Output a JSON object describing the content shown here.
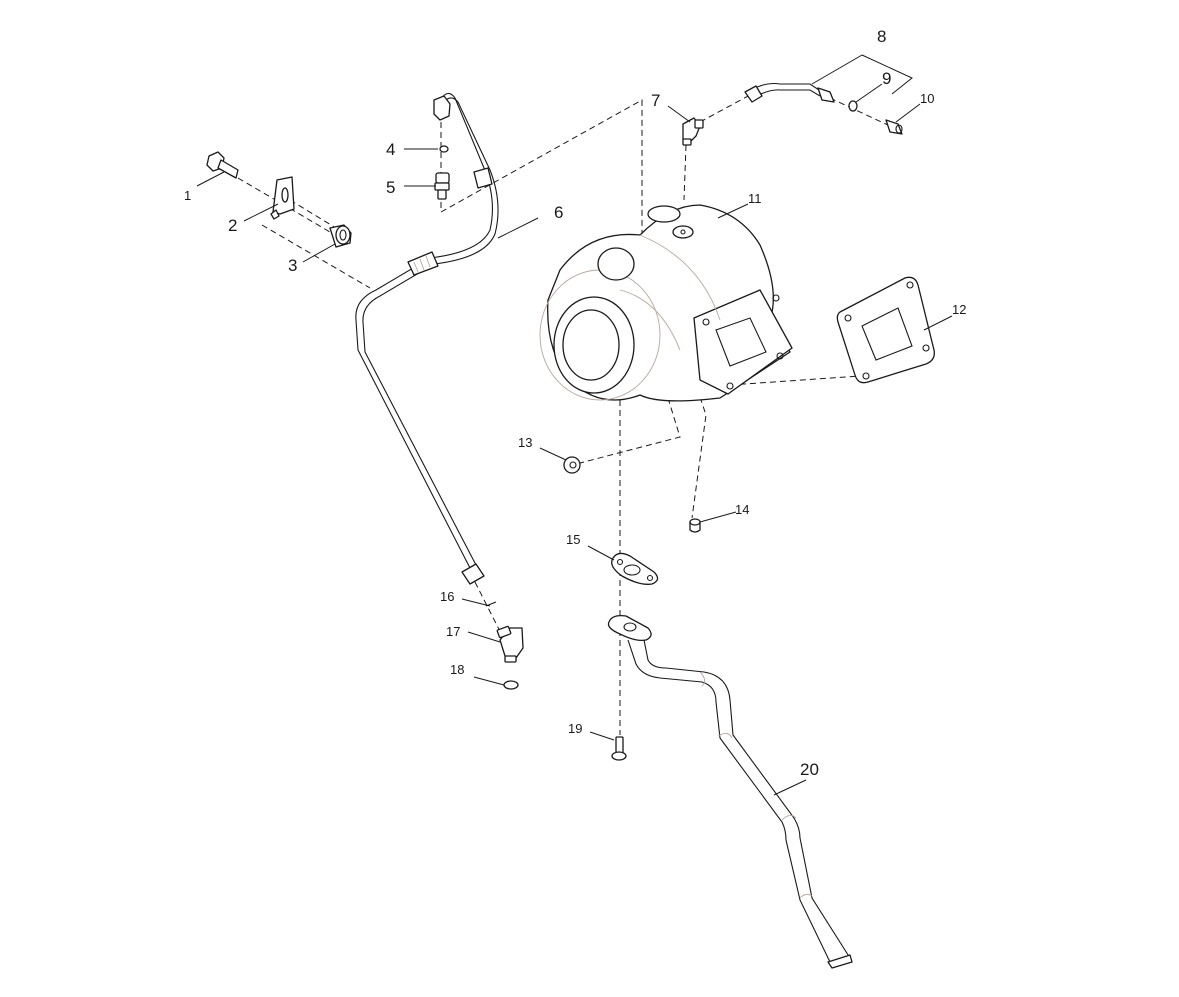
{
  "diagram": {
    "type": "exploded-parts-view",
    "subject": "turbocharger-assembly",
    "colors": {
      "line": "#1a1a1a",
      "shade": "#b8a8a0",
      "background": "#ffffff"
    },
    "callouts": [
      {
        "number": "1",
        "part": "bolt"
      },
      {
        "number": "2",
        "part": "bracket"
      },
      {
        "number": "3",
        "part": "spacer"
      },
      {
        "number": "4",
        "part": "sealing-washer"
      },
      {
        "number": "5",
        "part": "adapter-fitting"
      },
      {
        "number": "6",
        "part": "oil-supply-pipe"
      },
      {
        "number": "7",
        "part": "elbow-fitting"
      },
      {
        "number": "8",
        "part": "pipe-assembly"
      },
      {
        "number": "9",
        "part": "washer"
      },
      {
        "number": "10",
        "part": "connector"
      },
      {
        "number": "11",
        "part": "turbocharger"
      },
      {
        "number": "12",
        "part": "exhaust-gasket"
      },
      {
        "number": "13",
        "part": "nut"
      },
      {
        "number": "14",
        "part": "cap"
      },
      {
        "number": "15",
        "part": "drain-gasket"
      },
      {
        "number": "16",
        "part": "o-ring"
      },
      {
        "number": "17",
        "part": "elbow-connector"
      },
      {
        "number": "18",
        "part": "o-ring"
      },
      {
        "number": "19",
        "part": "flange-bolt"
      },
      {
        "number": "20",
        "part": "oil-drain-pipe"
      }
    ]
  }
}
